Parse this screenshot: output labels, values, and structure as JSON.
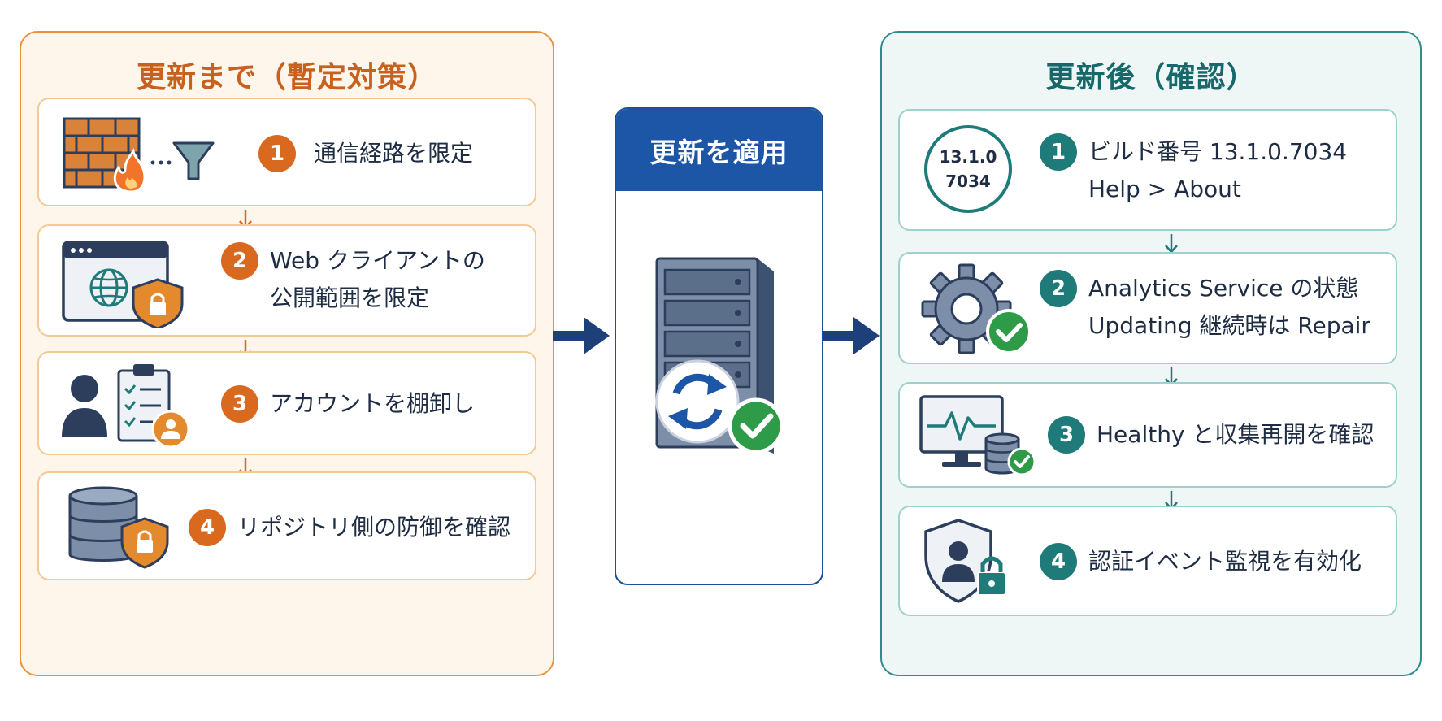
{
  "left_panel": {
    "title": "更新まで（暫定対策）",
    "steps": [
      {
        "num": "1",
        "text": "通信経路を限定",
        "icon": "firewall-filter-icon"
      },
      {
        "num": "2",
        "line1": "Web クライアントの",
        "line2": "公開範囲を限定",
        "icon": "browser-shield-icon"
      },
      {
        "num": "3",
        "text": "アカウントを棚卸し",
        "icon": "user-checklist-icon"
      },
      {
        "num": "4",
        "text": "リポジトリ側の防御を確認",
        "icon": "database-shield-icon"
      }
    ]
  },
  "center": {
    "title": "更新を適用",
    "icon": "server-update-icon"
  },
  "right_panel": {
    "title": "更新後（確認）",
    "steps": [
      {
        "num": "1",
        "line1": "ビルド番号  13.1.0.7034",
        "line2": "Help > About",
        "icon": "build-number-icon",
        "icon_line1": "13.1.0",
        "icon_line2": "7034"
      },
      {
        "num": "2",
        "line1": "Analytics Service の状態",
        "line2": "Updating 継続時は Repair",
        "icon": "gear-check-icon"
      },
      {
        "num": "3",
        "text": "Healthy と収集再開を確認",
        "icon": "monitor-database-icon"
      },
      {
        "num": "4",
        "text": "認証イベント監視を有効化",
        "icon": "user-shield-lock-icon"
      }
    ]
  },
  "colors": {
    "left_accent": "#d9691f",
    "right_accent": "#1f7b79",
    "center_accent": "#1d56a6",
    "arrow": "#1d3f7a"
  }
}
